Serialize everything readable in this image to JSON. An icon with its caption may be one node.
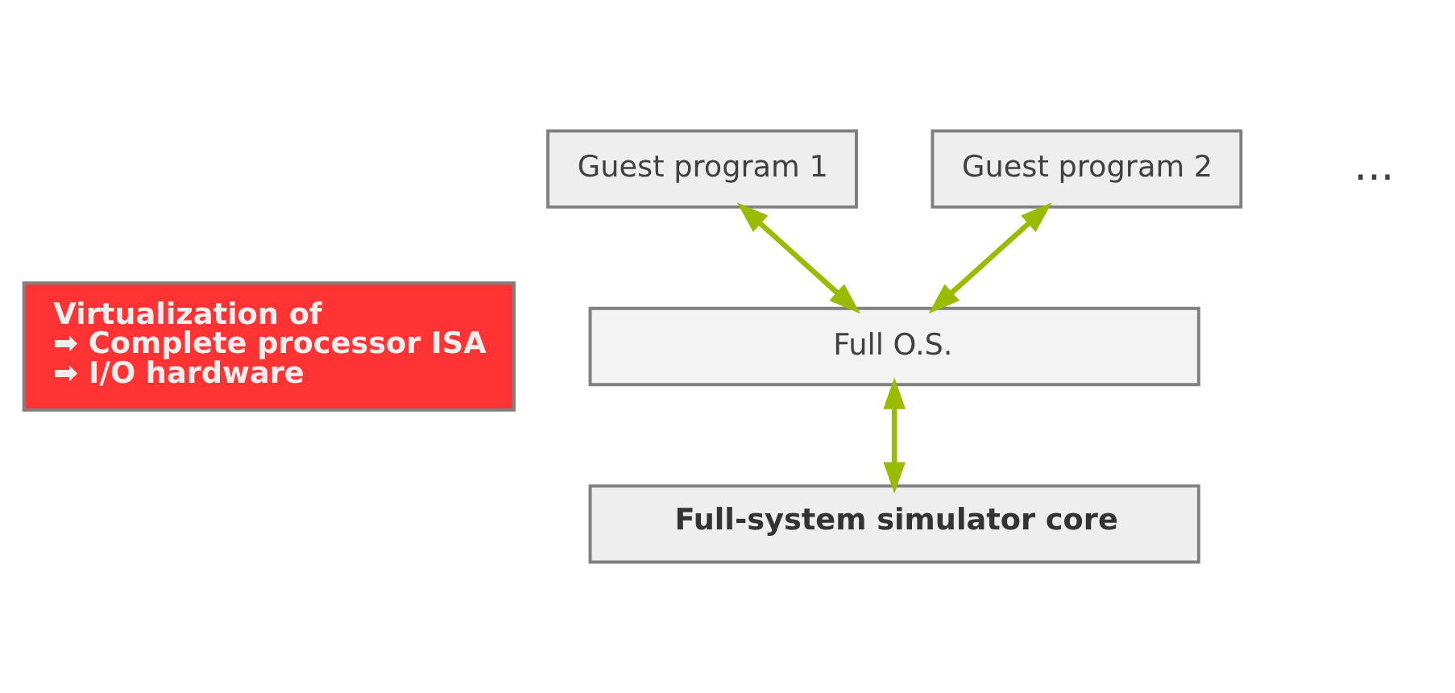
{
  "diagram": {
    "nodes": [
      {
        "text": [
          "Guest program 1"
        ]
      },
      {
        "text": [
          "Guest program 2"
        ]
      },
      {
        "text": [
          "Full O.S."
        ]
      },
      {
        "text": [
          "Virtualization of",
          "➡ Complete processor ISA",
          "➡ I/O hardware"
        ]
      },
      {
        "text": [
          "Full-system simulator core"
        ]
      }
    ],
    "edges": [
      {
        "from": 0,
        "to": 2,
        "arrow": "both"
      },
      {
        "from": 1,
        "to": 2,
        "arrow": "both"
      },
      {
        "from": 2,
        "to": 4,
        "arrow": "both"
      }
    ],
    "labels": [
      "..."
    ]
  }
}
